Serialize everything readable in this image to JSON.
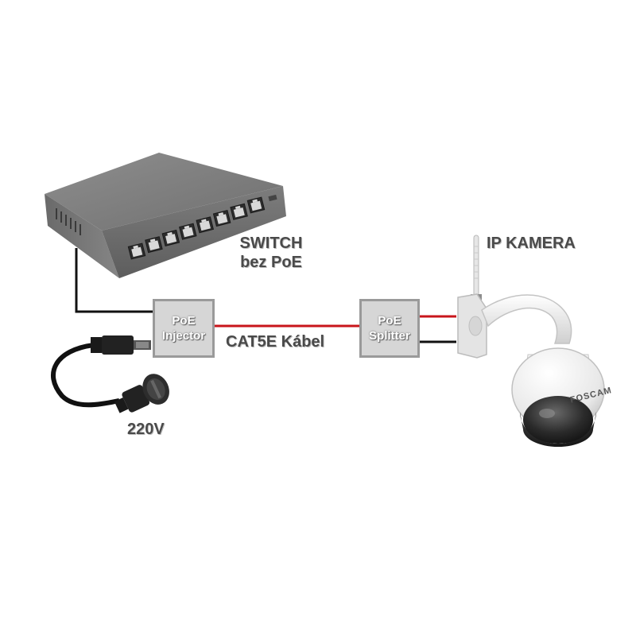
{
  "diagram": {
    "switch_label": [
      "SWITCH",
      "bez PoE"
    ],
    "camera_label": "IP KAMERA",
    "injector_label": [
      "PoE",
      "Injector"
    ],
    "splitter_label": [
      "PoE",
      "Splitter"
    ],
    "cable_label": "CAT5E Kábel",
    "power_label": "220V",
    "camera_brand": "FOSCAM"
  },
  "colors": {
    "data_cable": "#c8151b",
    "power_cable": "#111111",
    "box_fill": "#d6d6d6",
    "box_border": "#9a9a9a",
    "label_text": "#4a4a4a"
  }
}
